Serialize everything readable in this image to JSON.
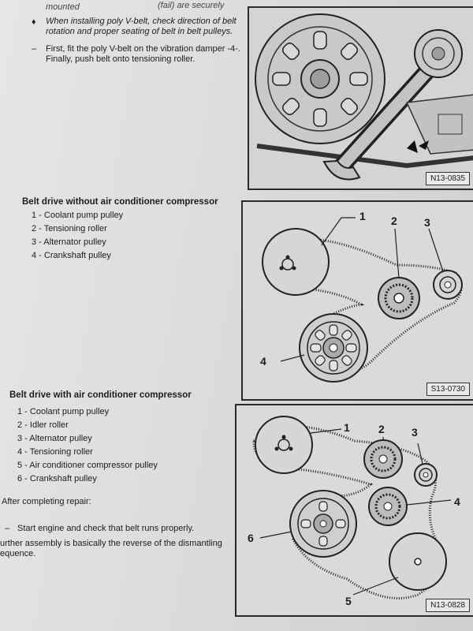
{
  "top_notes": {
    "cut_line": "mounted",
    "cut_line_right": "(fail) are securely",
    "note1_line1": "When installing poly V-belt, check direction of belt",
    "note1_line2": "rotation and proper seating of belt in belt pulleys.",
    "note2_line1": "First, fit the poly V-belt on the vibration damper -4-.",
    "note2_line2": "Finally, push belt onto tensioning roller."
  },
  "figures": {
    "top_id": "N13-0835",
    "middle_id": "S13-0730",
    "bottom_id": "N13-0828"
  },
  "section1": {
    "heading": "Belt drive without air conditioner compressor",
    "items": [
      "1 - Coolant pump pulley",
      "2 - Tensioning roller",
      "3 - Alternator pulley",
      "4 - Crankshaft pulley"
    ],
    "callouts": [
      "1",
      "2",
      "3",
      "4"
    ]
  },
  "section2": {
    "heading": "Belt drive with air conditioner compressor",
    "items": [
      "1 - Coolant pump pulley",
      "2 - Idler roller",
      "3 - Alternator pulley",
      "4 - Tensioning roller",
      "5 - Air conditioner compressor pulley",
      "6 - Crankshaft pulley"
    ],
    "callouts": [
      "1",
      "2",
      "3",
      "4",
      "5",
      "6"
    ]
  },
  "after": {
    "heading": "After completing repair:",
    "step": "Start engine and check that belt runs properly.",
    "note_line1": "urther assembly is basically the reverse of the dismantling",
    "note_line2": "equence."
  }
}
